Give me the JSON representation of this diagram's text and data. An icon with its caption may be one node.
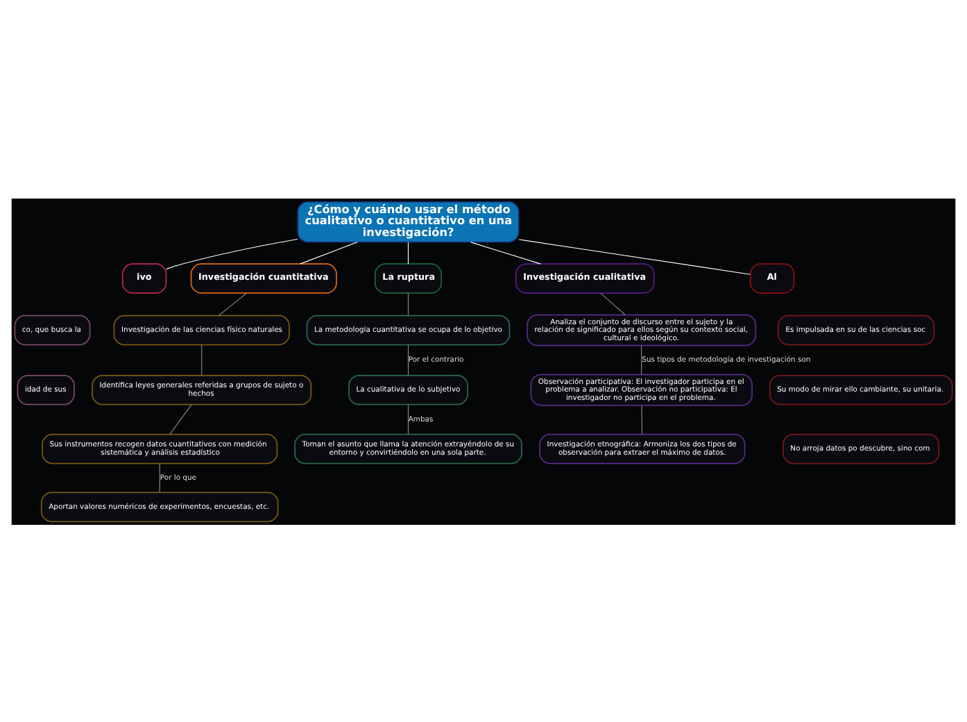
{
  "diagram": {
    "nodes": [
      {
        "text": [
          "¿Cómo y cuándo usar el método cualitativo o cuantitativo en una investigación?"
        ]
      },
      {
        "text": [
          "ivo"
        ]
      },
      {
        "text": [
          "Investigación cuantitativa"
        ]
      },
      {
        "text": [
          "La ruptura"
        ]
      },
      {
        "text": [
          "Investigación cualitativa"
        ]
      },
      {
        "text": [
          "Al"
        ]
      },
      {
        "text": [
          "co, que busca la"
        ]
      },
      {
        "text": [
          "idad de sus"
        ]
      },
      {
        "text": [
          "Investigación de las ciencias físico naturales"
        ]
      },
      {
        "text": [
          "Identifica leyes generales referidas a grupos de sujeto o hechos"
        ]
      },
      {
        "text": [
          "Sus instrumentos recogen datos cuantitativos con medición sistemática y análisis estadístico"
        ]
      },
      {
        "text": [
          "Aportan valores numéricos de experimentos, encuestas, etc."
        ]
      },
      {
        "text": [
          "La metodología cuantitativa se ocupa de lo objetivo"
        ]
      },
      {
        "text": [
          "La cualitativa de lo subjetivo"
        ]
      },
      {
        "text": [
          "Toman el asunto que llama la atención extrayéndolo de su entorno y convirtiéndolo en una sola parte."
        ]
      },
      {
        "text": [
          "Analiza el conjunto de discurso entre el sujeto y la relación de significado para ellos según su contexto social, cultural e ideológico."
        ]
      },
      {
        "text": [
          "Observación participativa: El investigador participa en el problema a analizar. Observación no participativa: El investigador no participa en el problema."
        ]
      },
      {
        "text": [
          "Investigación etnográfica: Armoniza los dos tipos de observación para extraer el máximo de datos."
        ]
      },
      {
        "text": [
          "Es impulsada en su de las ciencias soc"
        ]
      },
      {
        "text": [
          "Su modo de mirar ello cambiante, su unitaria."
        ]
      },
      {
        "text": [
          "No arroja datos po descubre, sino com"
        ]
      }
    ],
    "edges": [
      {
        "from": 0,
        "to": 1,
        "arrow": "none",
        "color": "#ffffff"
      },
      {
        "from": 0,
        "to": 2,
        "arrow": "none",
        "color": "#ffffff"
      },
      {
        "from": 0,
        "to": 3,
        "arrow": "none",
        "color": "#ffffff"
      },
      {
        "from": 0,
        "to": 4,
        "arrow": "none",
        "color": "#ffffff"
      },
      {
        "from": 0,
        "to": 5,
        "arrow": "none",
        "color": "#ffffff"
      },
      {
        "from": 2,
        "to": 8,
        "arrow": "none"
      },
      {
        "from": 8,
        "to": 9,
        "arrow": "none"
      },
      {
        "from": 9,
        "to": 10,
        "arrow": "none"
      },
      {
        "from": 10,
        "to": 11,
        "arrow": "none",
        "label": "Por lo que"
      },
      {
        "from": 3,
        "to": 12,
        "arrow": "none"
      },
      {
        "from": 12,
        "to": 13,
        "arrow": "none",
        "label": "Por el contrario"
      },
      {
        "from": 13,
        "to": 14,
        "arrow": "none",
        "label": "Ambas"
      },
      {
        "from": 4,
        "to": 15,
        "arrow": "none"
      },
      {
        "from": 15,
        "to": 16,
        "arrow": "none",
        "label": "Sus tipos de metodología de investigación son"
      },
      {
        "from": 16,
        "to": 17,
        "arrow": "none"
      }
    ]
  }
}
